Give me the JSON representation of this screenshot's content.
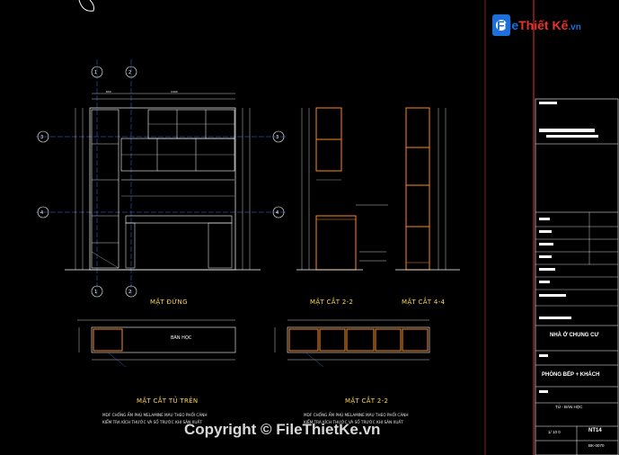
{
  "brand": {
    "logo_text_1": "File",
    "logo_text_2": "Thiết Kế",
    "logo_text_3": ".vn",
    "primary_color": "#1e6fd9",
    "accent_color": "#e8312a"
  },
  "views": {
    "front": "MẶT ĐỨNG",
    "section_22_top": "MẶT CẮT 2-2",
    "section_44": "MẶT CẮT 4-4",
    "section_top_cabinet": "MẶT CẮT TỦ TRÊN",
    "section_22_bottom": "MẶT CẮT 2-2",
    "inner_label": "BÀN HỌC"
  },
  "notes": {
    "left_line1": "MDF CHỐNG ẨM PHỦ MELAMINE MÀU THEO PHỐI CẢNH",
    "left_line2": "KIỂM TRA KÍCH THƯỚC VÀ SỐ TRƯỚC KHI SẢN XUẤT",
    "right_line1": "MDF CHỐNG ẨM PHỦ MELAMINE MÀU THEO PHỐI CẢNH",
    "right_line2": "KIỂM TRA KÍCH THƯỚC VÀ SỐ TRƯỚC KHI SẢN XUẤT"
  },
  "title_block": {
    "project": "NHÀ Ở CHUNG CƯ",
    "room": "PHÒNG BẾP + KHÁCH",
    "item": "TỦ - BÀN HỌC",
    "scale": "1/ 10 0",
    "code": "NT14",
    "sheet": "BK-0070"
  },
  "copyright": "Copyright © FileThietKe.vn",
  "colors": {
    "background": "#000000",
    "line_white": "#ffffff",
    "line_orange": "#ff8a1e",
    "line_red": "#e63232",
    "line_blue": "#3a7be8",
    "text_yellow": "#ffd84a"
  }
}
